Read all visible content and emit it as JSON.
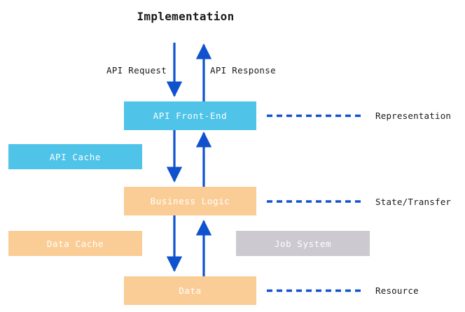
{
  "diagram": {
    "title": "Implementation",
    "colors": {
      "blue_box": "#4fc3e8",
      "orange_box": "#fbcd96",
      "gray_box": "#cdc9d0",
      "arrow": "#1052ce",
      "dashed_line": "#1052ce",
      "box_text": "#ffffff",
      "label_text": "#1a1a1a",
      "background": "#ffffff"
    },
    "boxes": [
      {
        "id": "api-front-end",
        "label": "API Front-End",
        "color": "blue"
      },
      {
        "id": "api-cache",
        "label": "API Cache",
        "color": "blue"
      },
      {
        "id": "business-logic",
        "label": "Business Logic",
        "color": "orange"
      },
      {
        "id": "data-cache",
        "label": "Data Cache",
        "color": "orange"
      },
      {
        "id": "job-system",
        "label": "Job System",
        "color": "gray"
      },
      {
        "id": "data",
        "label": "Data",
        "color": "orange"
      }
    ],
    "flow_labels": {
      "request": "API Request",
      "response": "API Response"
    },
    "side_labels": [
      {
        "id": "representation",
        "label": "Representation",
        "connects_to": "api-front-end"
      },
      {
        "id": "state-transfer",
        "label": "State/Transfer",
        "connects_to": "business-logic"
      },
      {
        "id": "resource",
        "label": "Resource",
        "connects_to": "data"
      }
    ],
    "arrows": [
      {
        "id": "request-in",
        "direction": "down",
        "from": "top",
        "to": "api-front-end"
      },
      {
        "id": "response-out",
        "direction": "up",
        "from": "api-front-end",
        "to": "top"
      },
      {
        "id": "frontend-to-logic",
        "direction": "down",
        "from": "api-front-end",
        "to": "business-logic"
      },
      {
        "id": "logic-to-frontend",
        "direction": "up",
        "from": "business-logic",
        "to": "api-front-end"
      },
      {
        "id": "logic-to-data",
        "direction": "down",
        "from": "business-logic",
        "to": "data"
      },
      {
        "id": "data-to-logic",
        "direction": "up",
        "from": "data",
        "to": "business-logic"
      }
    ]
  }
}
